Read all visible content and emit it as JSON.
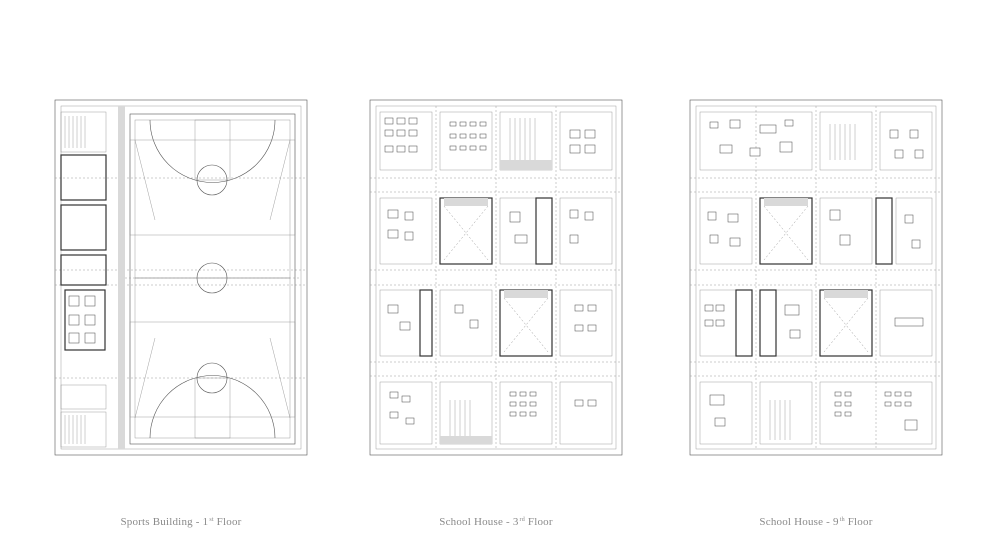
{
  "plans": [
    {
      "id": "sports",
      "title_main": "Sports Building - 1",
      "title_sup": "st",
      "title_end": " Floor"
    },
    {
      "id": "school3",
      "title_main": "School House - 3",
      "title_sup": "rd",
      "title_end": " Floor"
    },
    {
      "id": "school9",
      "title_main": "School House - 9",
      "title_sup": "th",
      "title_end": " Floor"
    }
  ],
  "colors": {
    "line": "#555555",
    "shade": "#d9d9d9",
    "caption": "#8a8a8a"
  }
}
